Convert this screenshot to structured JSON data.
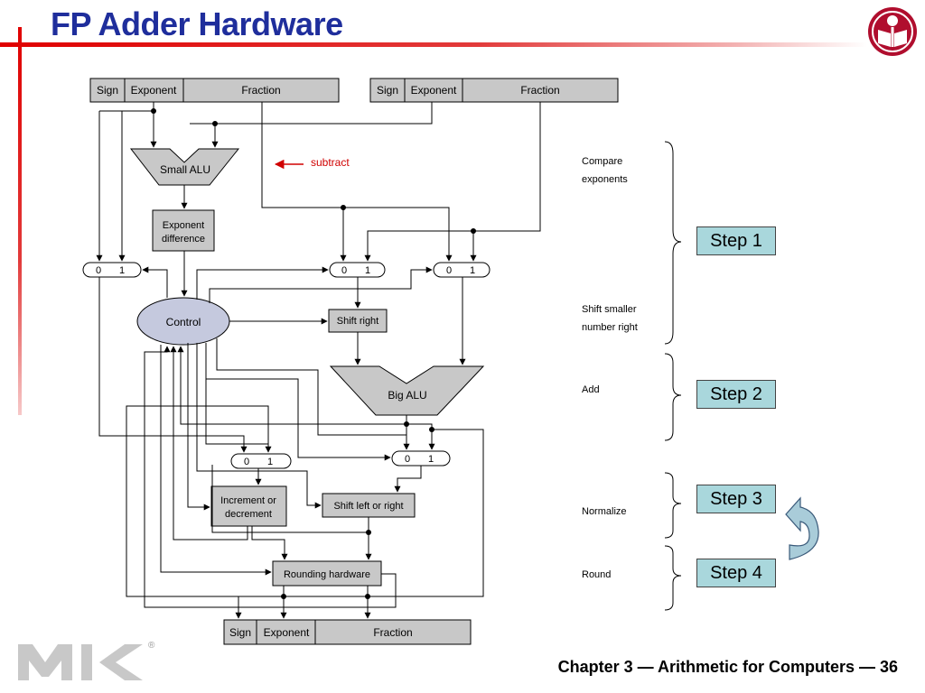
{
  "slide": {
    "title": "FP Adder Hardware",
    "footer": "Chapter 3 — Arithmetic for Computers — 36",
    "publisher_logo_text": "MK",
    "registered_mark": "®"
  },
  "colors": {
    "title": "#1f2e9c",
    "accent_rule": "#e00000",
    "block_fill": "#c8c8c8",
    "control_fill": "#c5c9de",
    "step_fill": "#a9d7dc",
    "annotation": "#d00000",
    "seal": "#b00e2e"
  },
  "diagram": {
    "input_a": {
      "sign": "Sign",
      "exponent": "Exponent",
      "fraction": "Fraction"
    },
    "input_b": {
      "sign": "Sign",
      "exponent": "Exponent",
      "fraction": "Fraction"
    },
    "output": {
      "sign": "Sign",
      "exponent": "Exponent",
      "fraction": "Fraction"
    },
    "small_alu": "Small ALU",
    "exponent_difference": [
      "Exponent",
      "difference"
    ],
    "control": "Control",
    "shift_right": "Shift right",
    "big_alu": "Big ALU",
    "increment_decrement": [
      "Increment or",
      "decrement"
    ],
    "shift_left_right": "Shift left or right",
    "rounding_hardware": "Rounding hardware",
    "mux_labels": [
      "0",
      "1"
    ],
    "annotation": "subtract"
  },
  "stages": {
    "compare": [
      "Compare",
      "exponents"
    ],
    "shift": [
      "Shift smaller",
      "number right"
    ],
    "add": "Add",
    "normalize": "Normalize",
    "round": "Round"
  },
  "steps": [
    "Step 1",
    "Step 2",
    "Step 3",
    "Step 4"
  ]
}
